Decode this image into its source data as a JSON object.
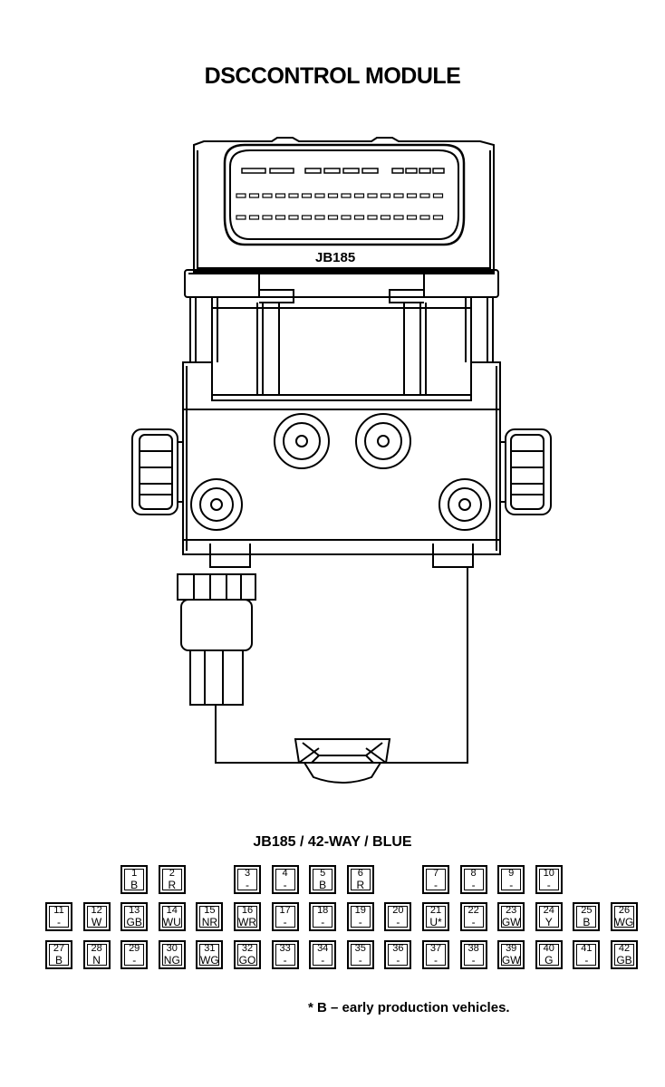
{
  "title": "DSCCONTROL MODULE",
  "module_connector_label": "JB185",
  "connector_title": "JB185 / 42-WAY / BLUE",
  "footnote": "* B – early production vehicles.",
  "pin_rows": [
    [
      {
        "pin": "1",
        "wire": "B"
      },
      {
        "pin": "2",
        "wire": "R"
      },
      {
        "pin": "3",
        "wire": "-"
      },
      {
        "pin": "4",
        "wire": "-"
      },
      {
        "pin": "5",
        "wire": "B"
      },
      {
        "pin": "6",
        "wire": "R"
      },
      {
        "pin": "7",
        "wire": "-"
      },
      {
        "pin": "8",
        "wire": "-"
      },
      {
        "pin": "9",
        "wire": "-"
      },
      {
        "pin": "10",
        "wire": "-"
      }
    ],
    [
      {
        "pin": "11",
        "wire": "-"
      },
      {
        "pin": "12",
        "wire": "W"
      },
      {
        "pin": "13",
        "wire": "GB"
      },
      {
        "pin": "14",
        "wire": "WU"
      },
      {
        "pin": "15",
        "wire": "NR"
      },
      {
        "pin": "16",
        "wire": "WR"
      },
      {
        "pin": "17",
        "wire": "-"
      },
      {
        "pin": "18",
        "wire": "-"
      },
      {
        "pin": "19",
        "wire": "-"
      },
      {
        "pin": "20",
        "wire": "-"
      },
      {
        "pin": "21",
        "wire": "U*"
      },
      {
        "pin": "22",
        "wire": "-"
      },
      {
        "pin": "23",
        "wire": "GW"
      },
      {
        "pin": "24",
        "wire": "Y"
      },
      {
        "pin": "25",
        "wire": "B"
      },
      {
        "pin": "26",
        "wire": "WG"
      }
    ],
    [
      {
        "pin": "27",
        "wire": "B"
      },
      {
        "pin": "28",
        "wire": "N"
      },
      {
        "pin": "29",
        "wire": "-"
      },
      {
        "pin": "30",
        "wire": "NG"
      },
      {
        "pin": "31",
        "wire": "WG"
      },
      {
        "pin": "32",
        "wire": "GO"
      },
      {
        "pin": "33",
        "wire": "-"
      },
      {
        "pin": "34",
        "wire": "-"
      },
      {
        "pin": "35",
        "wire": "-"
      },
      {
        "pin": "36",
        "wire": "-"
      },
      {
        "pin": "37",
        "wire": "-"
      },
      {
        "pin": "38",
        "wire": "-"
      },
      {
        "pin": "39",
        "wire": "GW"
      },
      {
        "pin": "40",
        "wire": "G"
      },
      {
        "pin": "41",
        "wire": "-"
      },
      {
        "pin": "42",
        "wire": "GB"
      }
    ]
  ]
}
